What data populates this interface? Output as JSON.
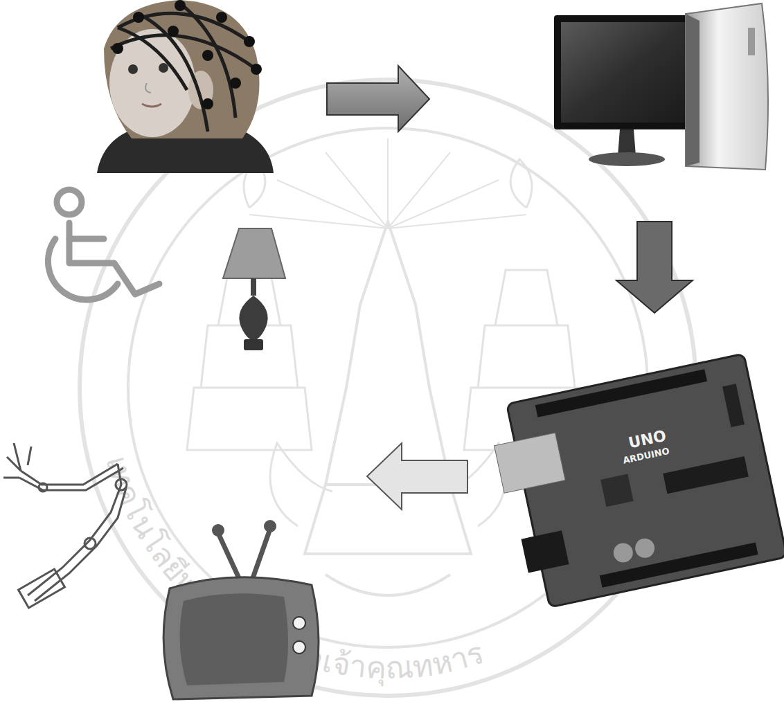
{
  "diagram": {
    "labels": [
      "UNO",
      "ARDUINO",
      "เทคโนโลยีพระจอมเกล้าเจ้าคุณทหาร"
    ]
  }
}
